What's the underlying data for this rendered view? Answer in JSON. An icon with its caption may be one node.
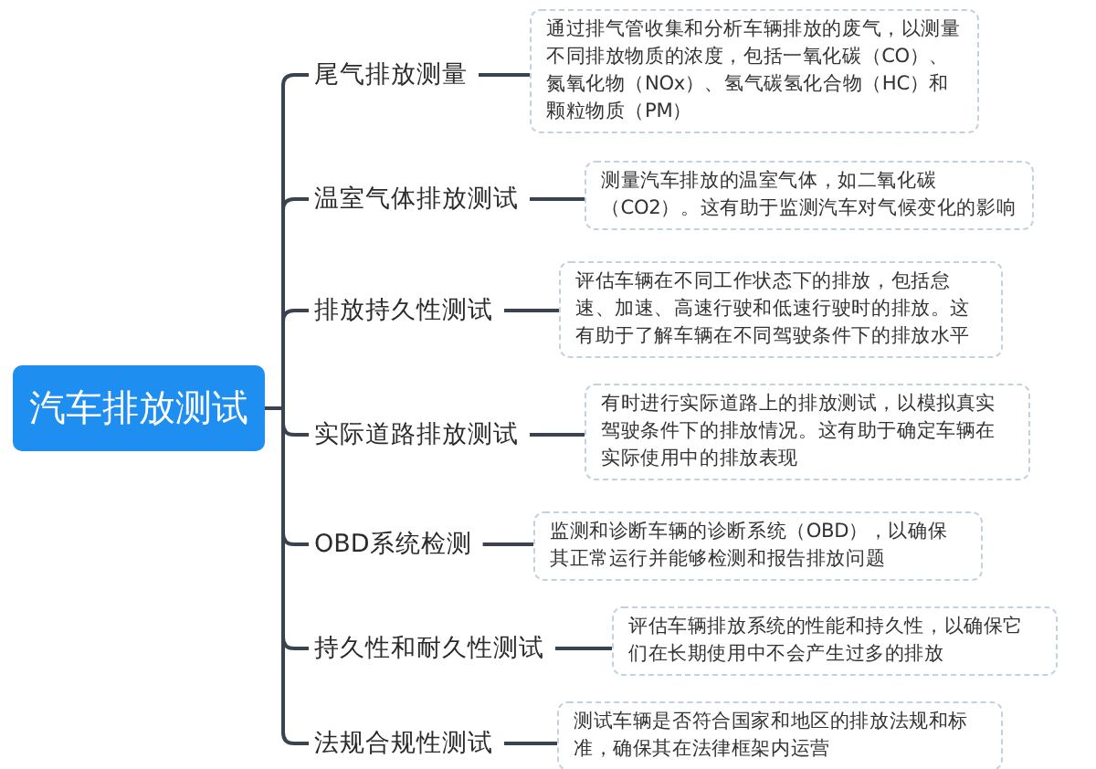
{
  "diagram": {
    "nodes": [
      {
        "text": [
          "汽车排放测试"
        ]
      },
      {
        "text": [
          "尾气排放测量"
        ]
      },
      {
        "text": [
          "温室气体排放测试"
        ]
      },
      {
        "text": [
          "排放持久性测试"
        ]
      },
      {
        "text": [
          "实际道路排放测试"
        ]
      },
      {
        "text": [
          "OBD系统检测"
        ]
      },
      {
        "text": [
          "持久性和耐久性测试"
        ]
      },
      {
        "text": [
          "法规合规性测试"
        ]
      },
      {
        "text": [
          "通过排气管收集和分析车辆排放的废气，以测量不同排放物质的浓度，包括一氧化碳（CO）、氮氧化物（NOx）、氢气碳氢化合物（HC）和颗粒物质（PM）"
        ]
      },
      {
        "text": [
          "测量汽车排放的温室气体，如二氧化碳（CO2）。这有助于监测汽车对气候变化的影响"
        ]
      },
      {
        "text": [
          "评估车辆在不同工作状态下的排放，包括怠速、加速、高速行驶和低速行驶时的排放。这有助于了解车辆在不同驾驶条件下的排放水平"
        ]
      },
      {
        "text": [
          "有时进行实际道路上的排放测试，以模拟真实驾驶条件下的排放情况。这有助于确定车辆在实际使用中的排放表现"
        ]
      },
      {
        "text": [
          "监测和诊断车辆的诊断系统（OBD），以确保其正常运行并能够检测和报告排放问题"
        ]
      },
      {
        "text": [
          "评估车辆排放系统的性能和持久性，以确保它们在长期使用中不会产生过多的排放"
        ]
      },
      {
        "text": [
          "测试车辆是否符合国家和地区的排放法规和标准，确保其在法律框架内运营"
        ]
      }
    ],
    "edges": [
      {
        "from": 0,
        "to": 1,
        "arrow": "none"
      },
      {
        "from": 0,
        "to": 2,
        "arrow": "none"
      },
      {
        "from": 0,
        "to": 3,
        "arrow": "none"
      },
      {
        "from": 0,
        "to": 4,
        "arrow": "none"
      },
      {
        "from": 0,
        "to": 5,
        "arrow": "none"
      },
      {
        "from": 0,
        "to": 6,
        "arrow": "none"
      },
      {
        "from": 0,
        "to": 7,
        "arrow": "none"
      },
      {
        "from": 1,
        "to": 8,
        "arrow": "none"
      },
      {
        "from": 2,
        "to": 9,
        "arrow": "none"
      },
      {
        "from": 3,
        "to": 10,
        "arrow": "none"
      },
      {
        "from": 4,
        "to": 11,
        "arrow": "none"
      },
      {
        "from": 5,
        "to": 12,
        "arrow": "none"
      },
      {
        "from": 6,
        "to": 13,
        "arrow": "none"
      },
      {
        "from": 7,
        "to": 14,
        "arrow": "none"
      }
    ]
  }
}
